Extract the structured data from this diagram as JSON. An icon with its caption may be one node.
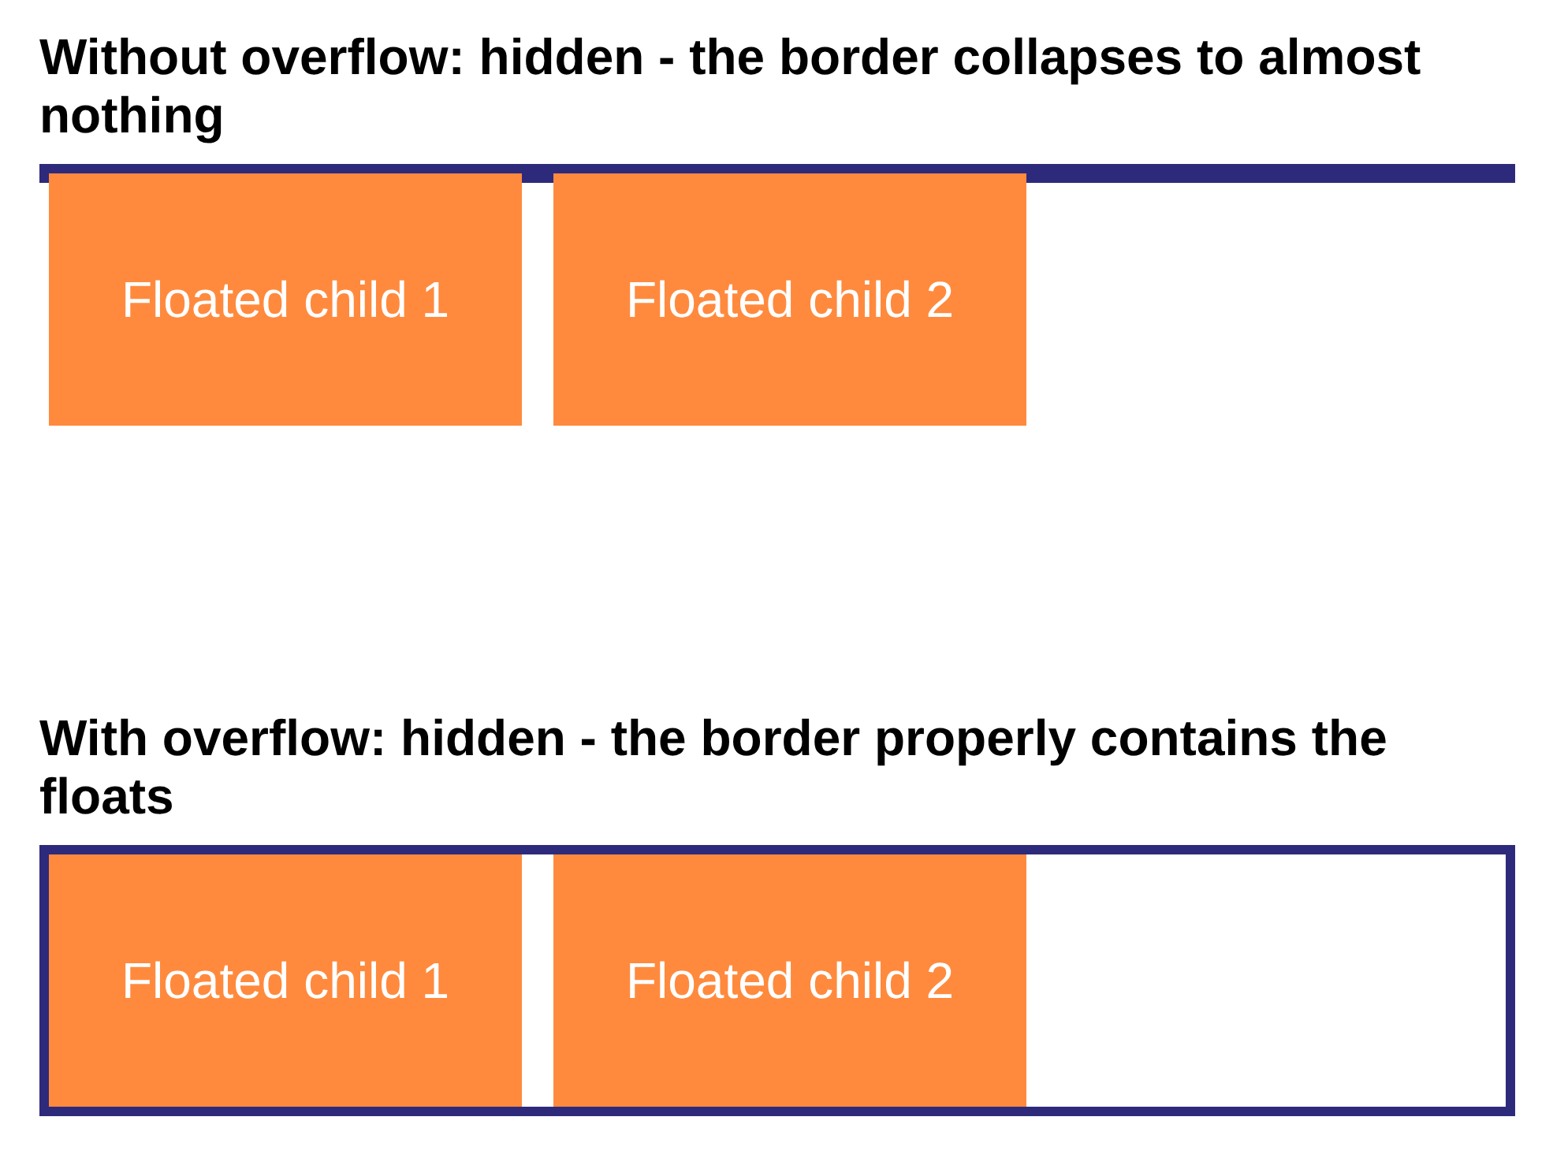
{
  "diagram": {
    "nodes": [
      {
        "text": [
          "Without overflow: hidden - the border collapses to almost nothing"
        ]
      },
      {
        "text": [
          "Floated child 1"
        ]
      },
      {
        "text": [
          "Floated child 2"
        ]
      },
      {
        "text": [
          "With overflow: hidden - the border properly contains the floats"
        ]
      },
      {
        "text": [
          "Floated child 1"
        ],
        "in": 3
      },
      {
        "text": [
          "Floated child 2"
        ],
        "in": 3
      }
    ]
  }
}
